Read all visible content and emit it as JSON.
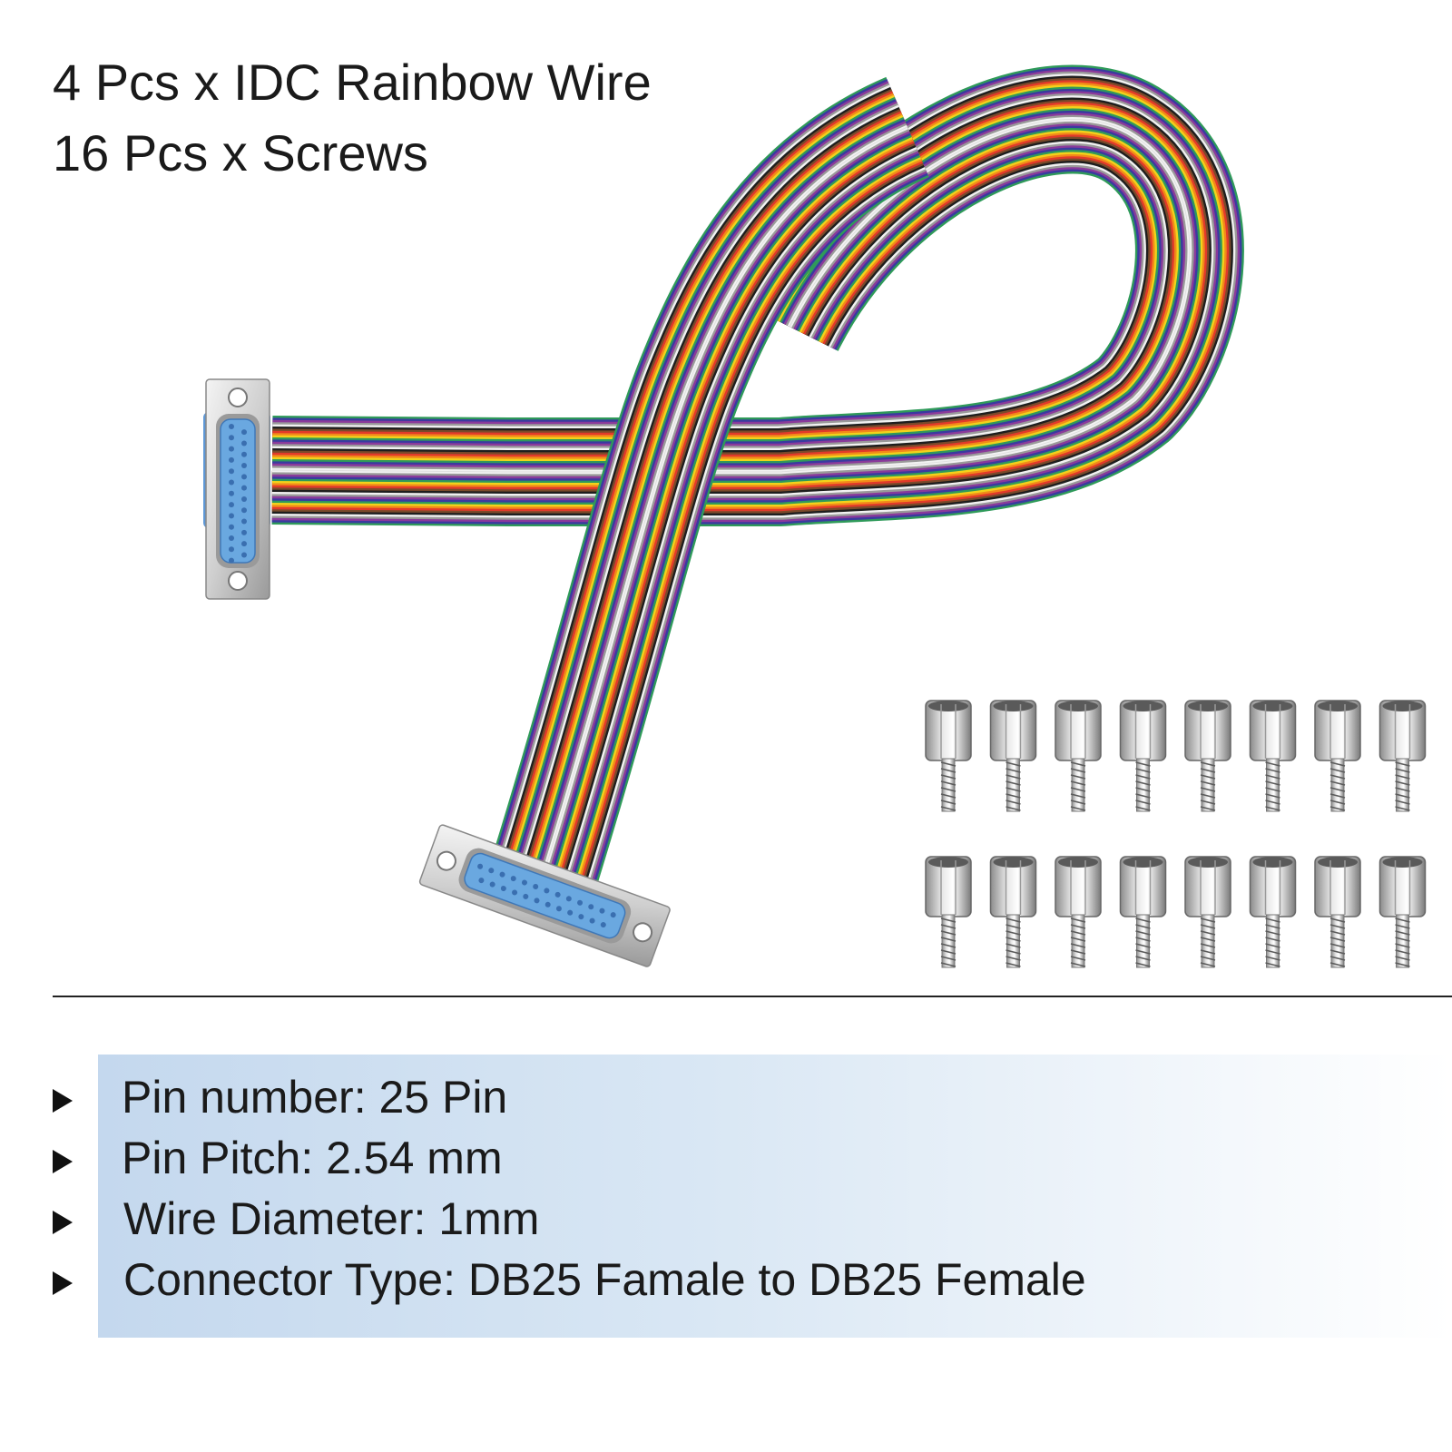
{
  "headline": {
    "line1": "4 Pcs x IDC Rainbow Wire",
    "line2": "16 Pcs x Screws"
  },
  "product_image": {
    "subject": "rainbow ribbon cable with two DB25 connectors",
    "wire_colors": [
      "#2f9a5a",
      "#3a3aa0",
      "#8a3a9a",
      "#9a9a9a",
      "#f2f2f2",
      "#1e1e1e",
      "#7a4a2a",
      "#e23a2a",
      "#f28a1a",
      "#f2d21a"
    ],
    "connector_color": "#6aa8e0",
    "screw_color": "#b8b8b8",
    "screw_count": 16
  },
  "specs": [
    "Pin number: 25 Pin",
    "Pin Pitch: 2.54 mm",
    "Wire Diameter: 1mm",
    "Connector Type: DB25 Famale to DB25 Female"
  ]
}
